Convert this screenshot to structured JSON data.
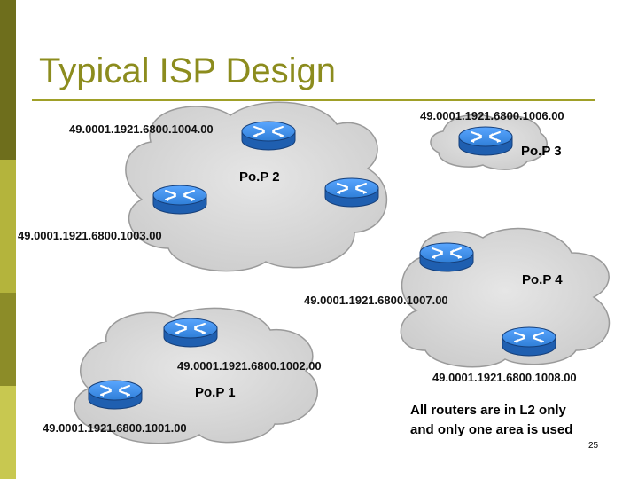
{
  "title": "Typical ISP Design",
  "colors": {
    "title": "#8c8c1e",
    "sidebar": [
      "#6e6e1c",
      "#b4b43c",
      "#8c8c28",
      "#c8c850"
    ],
    "cloud": "#dcdcdc",
    "router": "#2f7fd8"
  },
  "icons": [
    "cloud-shape",
    "router-icon"
  ],
  "pops": [
    {
      "name": "Po.P 1"
    },
    {
      "name": "Po.P 2"
    },
    {
      "name": "Po.P 3"
    },
    {
      "name": "Po.P 4"
    }
  ],
  "routers": [
    {
      "address": "49.0001.1921.6800.1001.00",
      "pop": "Po.P 1"
    },
    {
      "address": "49.0001.1921.6800.1002.00",
      "pop": "Po.P 1"
    },
    {
      "address": "49.0001.1921.6800.1003.00",
      "pop": "Po.P 2"
    },
    {
      "address": "49.0001.1921.6800.1004.00",
      "pop": "Po.P 2"
    },
    {
      "address": "49.0001.1921.6800.1006.00",
      "pop": "Po.P 3"
    },
    {
      "address": "49.0001.1921.6800.1007.00",
      "pop": "Po.P 4"
    },
    {
      "address": "49.0001.1921.6800.1008.00",
      "pop": "Po.P 4"
    }
  ],
  "note_line1": "All routers are in L2 only",
  "note_line2": "and only one area is used",
  "page_number": "25"
}
